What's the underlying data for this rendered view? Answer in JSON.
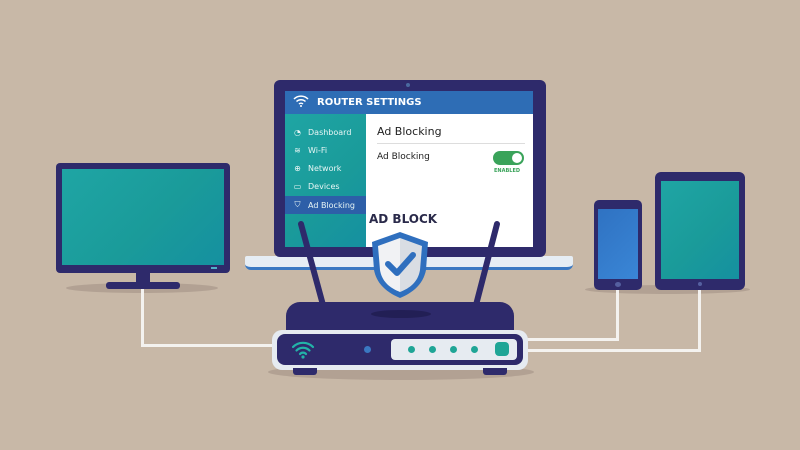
{
  "laptop": {
    "header_title": "ROUTER SETTINGS",
    "sidebar": {
      "items": [
        {
          "label": "Dashboard",
          "icon": "dashboard-icon",
          "active": false
        },
        {
          "label": "Wi-Fi",
          "icon": "wifi-icon",
          "active": false
        },
        {
          "label": "Network",
          "icon": "globe-icon",
          "active": false
        },
        {
          "label": "Devices",
          "icon": "devices-icon",
          "active": false
        },
        {
          "label": "Ad Blocking",
          "icon": "shield-icon",
          "active": true
        }
      ]
    },
    "content": {
      "title": "Ad Blocking",
      "setting_label": "Ad Blocking",
      "toggle_on": true,
      "toggle_status": "ENABLED"
    }
  },
  "router": {
    "badge_label": "AD BLOCK",
    "status_leds": 4
  },
  "colors": {
    "navy": "#2e2a6b",
    "header_blue": "#2e6db5",
    "teal": "#1f9e9a",
    "toggle_green": "#3aa35a",
    "background": "#c8b8a7"
  }
}
